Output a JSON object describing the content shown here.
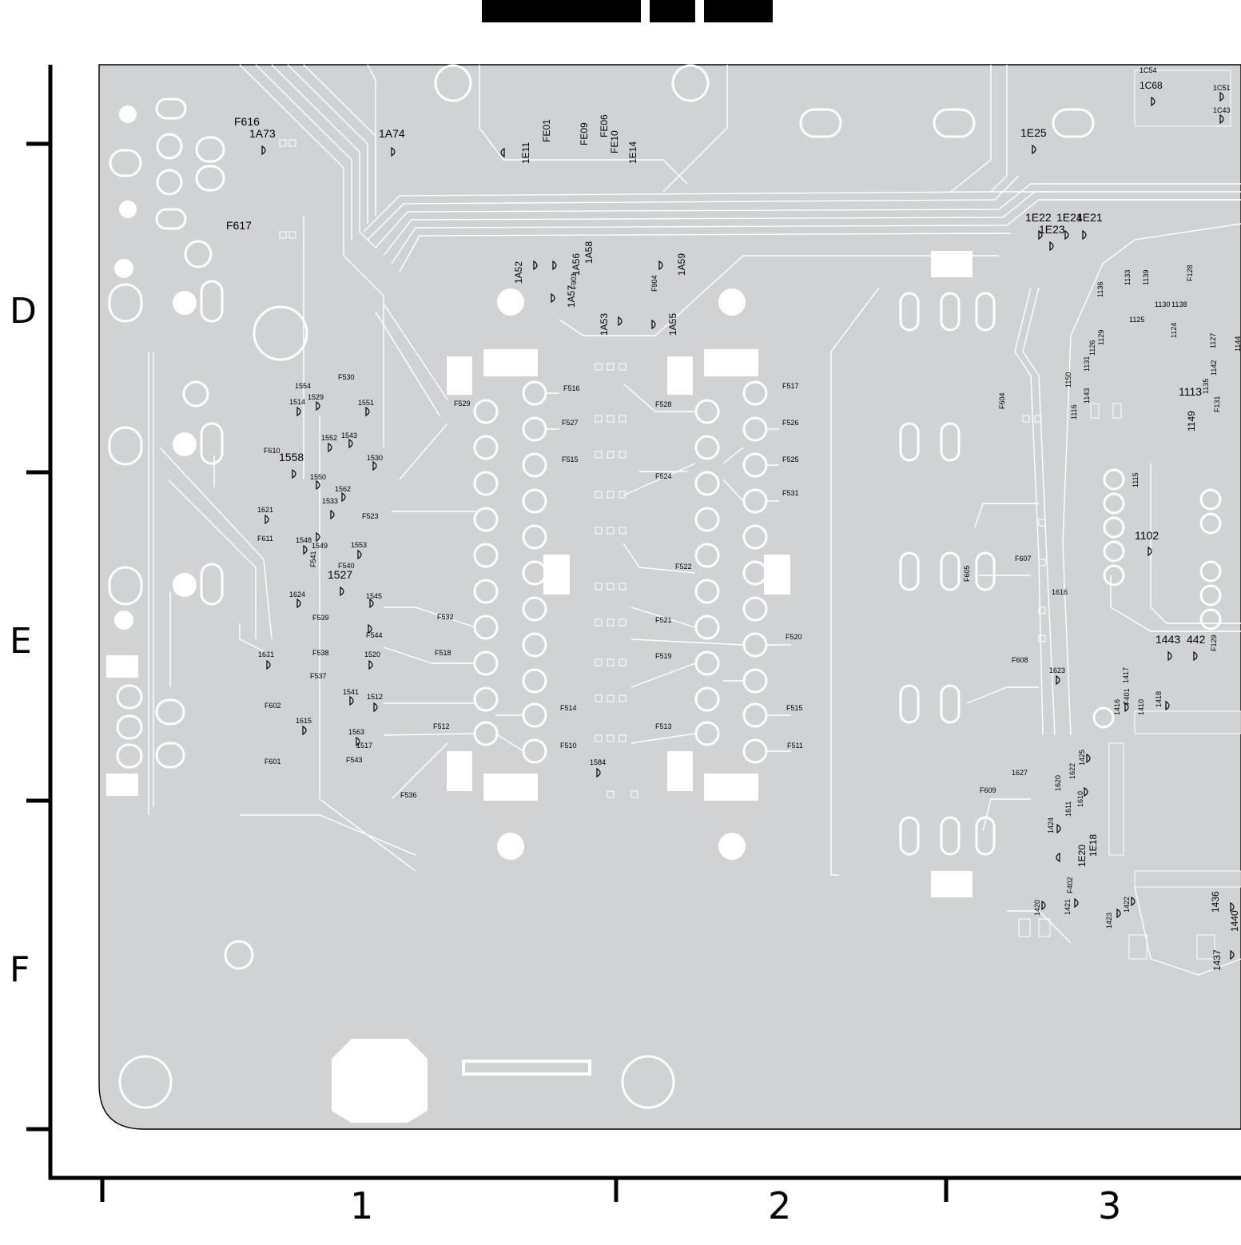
{
  "axis": {
    "rows": [
      "D",
      "E",
      "F"
    ],
    "columns": [
      "1",
      "2",
      "3"
    ]
  },
  "header_blocks": 3,
  "component_labels": [
    "F616",
    "1A73",
    "1A74",
    "FE01",
    "FE09",
    "FE06",
    "FE10",
    "1E11",
    "1E14",
    "1E25",
    "1C68",
    "1C54",
    "1C51",
    "1C43",
    "F617",
    "1E22",
    "1E24",
    "1E21",
    "1E23",
    "1A52",
    "1A56",
    "1A58",
    "1A57",
    "F901",
    "F904",
    "1A59",
    "1A53",
    "1A55",
    "F530",
    "1554",
    "1529",
    "1514",
    "1551",
    "F529",
    "F516",
    "F517",
    "F528",
    "F527",
    "F526",
    "F515",
    "F525",
    "F524",
    "F531",
    "1552",
    "1543",
    "F610",
    "1558",
    "1530",
    "1550",
    "1562",
    "1533",
    "F523",
    "1621",
    "F611",
    "1548",
    "1549",
    "1553",
    "F541",
    "F540",
    "1527",
    "F522",
    "1624",
    "1545",
    "F539",
    "F532",
    "F521",
    "F520",
    "F544",
    "1520",
    "F538",
    "F518",
    "F519",
    "1631",
    "F537",
    "1541",
    "1512",
    "F514",
    "F515",
    "F602",
    "1615",
    "1563",
    "F512",
    "F513",
    "1517",
    "F510",
    "F511",
    "F543",
    "F601",
    "1584",
    "F536",
    "F604",
    "F605",
    "F607",
    "1616",
    "F608",
    "1623",
    "1627",
    "F609",
    "1102",
    "1443",
    "442",
    "F129",
    "1125",
    "1124",
    "1113",
    "1149",
    "1115",
    "1116",
    "1136",
    "1133",
    "1139",
    "1130",
    "1138",
    "F128",
    "1129",
    "1150",
    "1143",
    "1131",
    "1126",
    "1127",
    "1142",
    "F131",
    "1144",
    "1410",
    "1417",
    "1416",
    "1418",
    "F401",
    "1425",
    "1620",
    "1622",
    "1610",
    "1611",
    "1424",
    "1E18",
    "1E20",
    "F402",
    "1421",
    "1420",
    "1423",
    "1422",
    "1436",
    "1440",
    "1437",
    "1135"
  ]
}
